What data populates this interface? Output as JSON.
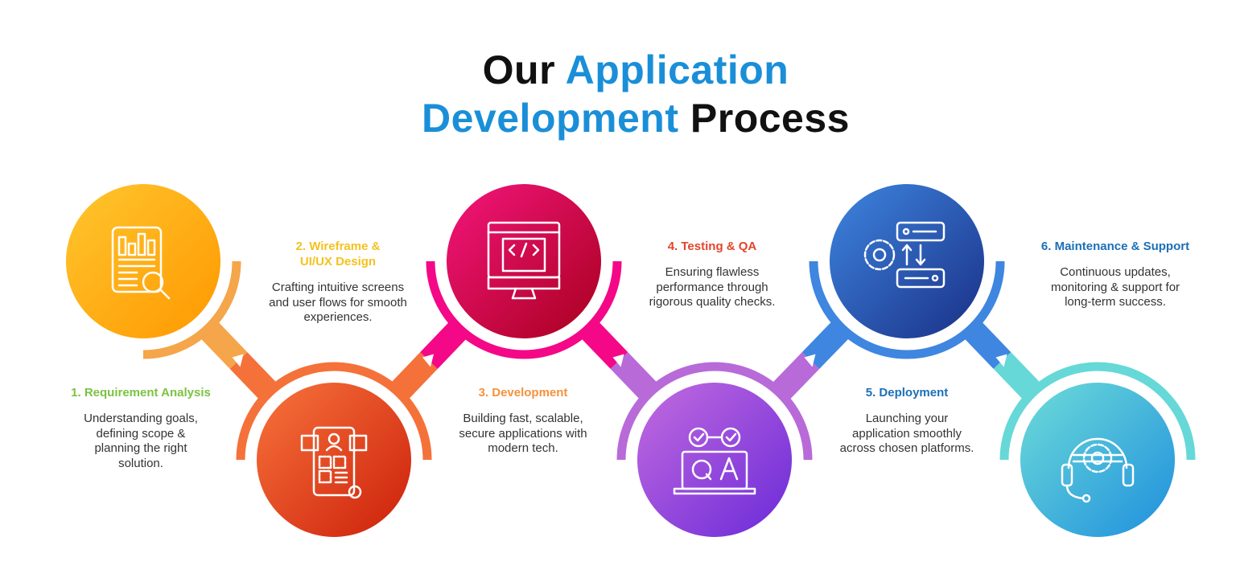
{
  "title": {
    "line1_plain": "Our",
    "line1_accent": "Application",
    "line2_accent": "Development",
    "line2_plain": "Process",
    "accent_color": "#1a8fd8"
  },
  "steps": [
    {
      "title": "1. Requirement Analysis",
      "desc": "Understanding goals, defining scope & planning the right solution.",
      "title_color": "#7cc242",
      "icon": "report-search-icon",
      "grad": [
        "#ffc62e",
        "#ff9800"
      ],
      "arc_color": "#f5a54a"
    },
    {
      "title": "2. Wireframe & UI/UX Design",
      "desc": "Crafting intuitive screens and user flows for smooth experiences.",
      "title_color": "#f4c21e",
      "icon": "ui-ux-wireframe-icon",
      "grad": [
        "#f8743c",
        "#cc1f0a"
      ],
      "arc_color": "#f5713a"
    },
    {
      "title": "3. Development",
      "desc": "Building fast, scalable, secure applications with modern tech.",
      "title_color": "#f5923c",
      "icon": "code-monitor-icon",
      "grad": [
        "#f4157c",
        "#a8001e"
      ],
      "arc_color": "#f40888"
    },
    {
      "title": "4. Testing & QA",
      "desc": "Ensuring flawless performance through rigorous quality checks.",
      "title_color": "#e5442b",
      "icon": "qa-laptop-icon",
      "grad": [
        "#c36bdf",
        "#6a2ad9"
      ],
      "arc_color": "#b86ad9"
    },
    {
      "title": "5. Deployment",
      "desc": "Launching your application smoothly across chosen platforms.",
      "title_color": "#1b6fb8",
      "icon": "server-transfer-gear-icon",
      "grad": [
        "#3e86e0",
        "#1a2f86"
      ],
      "arc_color": "#3e86e0"
    },
    {
      "title": "6. Maintenance & Support",
      "desc": "Continuous updates, monitoring & support for long-term success.",
      "title_color": "#1b6fb8",
      "icon": "support-headset-gear-icon",
      "grad": [
        "#6ddcd8",
        "#1f8fde"
      ],
      "arc_color": "#66d8d8"
    }
  ]
}
